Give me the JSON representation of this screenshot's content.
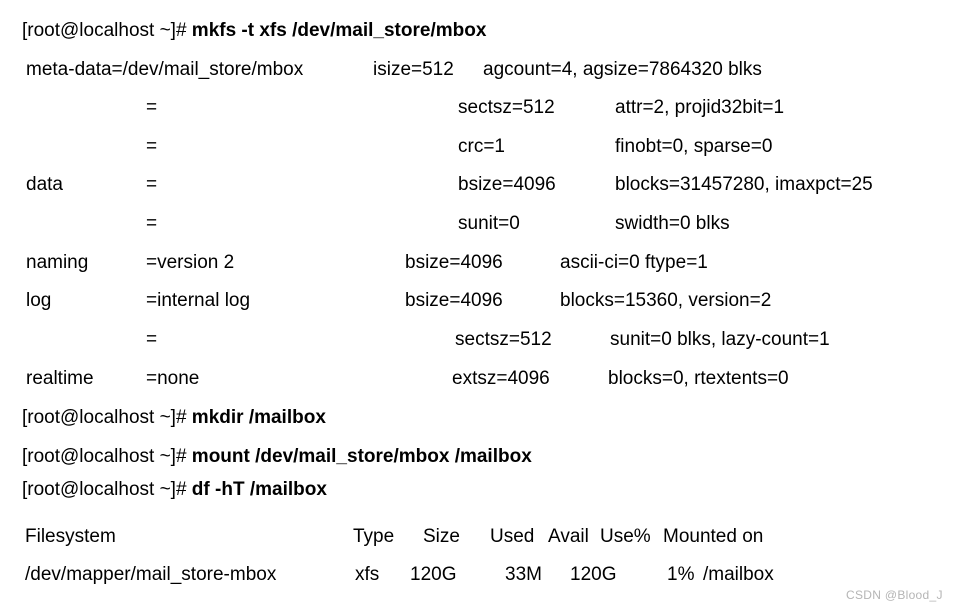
{
  "page": {
    "background_color": "#ffffff",
    "text_color": "#000000",
    "watermark_color": "#b5b5b5"
  },
  "watermark": "CSDN @Blood_J",
  "terminal": {
    "prompt": "[root@localhost ~]# ",
    "cmd_mkfs": "mkfs -t xfs /dev/mail_store/mbox",
    "cmd_mkdir": "mkdir /mailbox",
    "cmd_mount": "mount /dev/mail_store/mbox /mailbox",
    "cmd_df": "df -hT /mailbox",
    "mkfs_out": {
      "l1": {
        "c0": "meta-data=/dev/mail_store/mbox",
        "c1": "isize=512",
        "c2": "agcount=4, agsize=7864320 blks"
      },
      "l2": {
        "c0": "=",
        "c1": "sectsz=512",
        "c2": "attr=2, projid32bit=1"
      },
      "l3": {
        "c0": "=",
        "c1": "crc=1",
        "c2": "finobt=0, sparse=0"
      },
      "l4": {
        "label": "data",
        "c0": "=",
        "c1": "bsize=4096",
        "c2": "blocks=31457280, imaxpct=25"
      },
      "l5": {
        "c0": "=",
        "c1": "sunit=0",
        "c2": "swidth=0 blks"
      },
      "l6": {
        "label": "naming",
        "c0": "=version 2",
        "c1": "bsize=4096",
        "c2": "ascii-ci=0 ftype=1"
      },
      "l7": {
        "label": "log",
        "c0": "=internal log",
        "c1": "bsize=4096",
        "c2": "blocks=15360, version=2"
      },
      "l8": {
        "c0": "=",
        "c1": "sectsz=512",
        "c2": "sunit=0 blks, lazy-count=1"
      },
      "l9": {
        "label": "realtime",
        "c0": "=none",
        "c1": "extsz=4096",
        "c2": "blocks=0, rtextents=0"
      }
    },
    "df_out": {
      "headers": [
        "Filesystem",
        "Type",
        "Size",
        "Used",
        "Avail",
        "Use%",
        "Mounted on"
      ],
      "row": [
        "/dev/mapper/mail_store-mbox",
        "xfs",
        "120G",
        "33M",
        "120G",
        "1%",
        "/mailbox"
      ]
    }
  }
}
